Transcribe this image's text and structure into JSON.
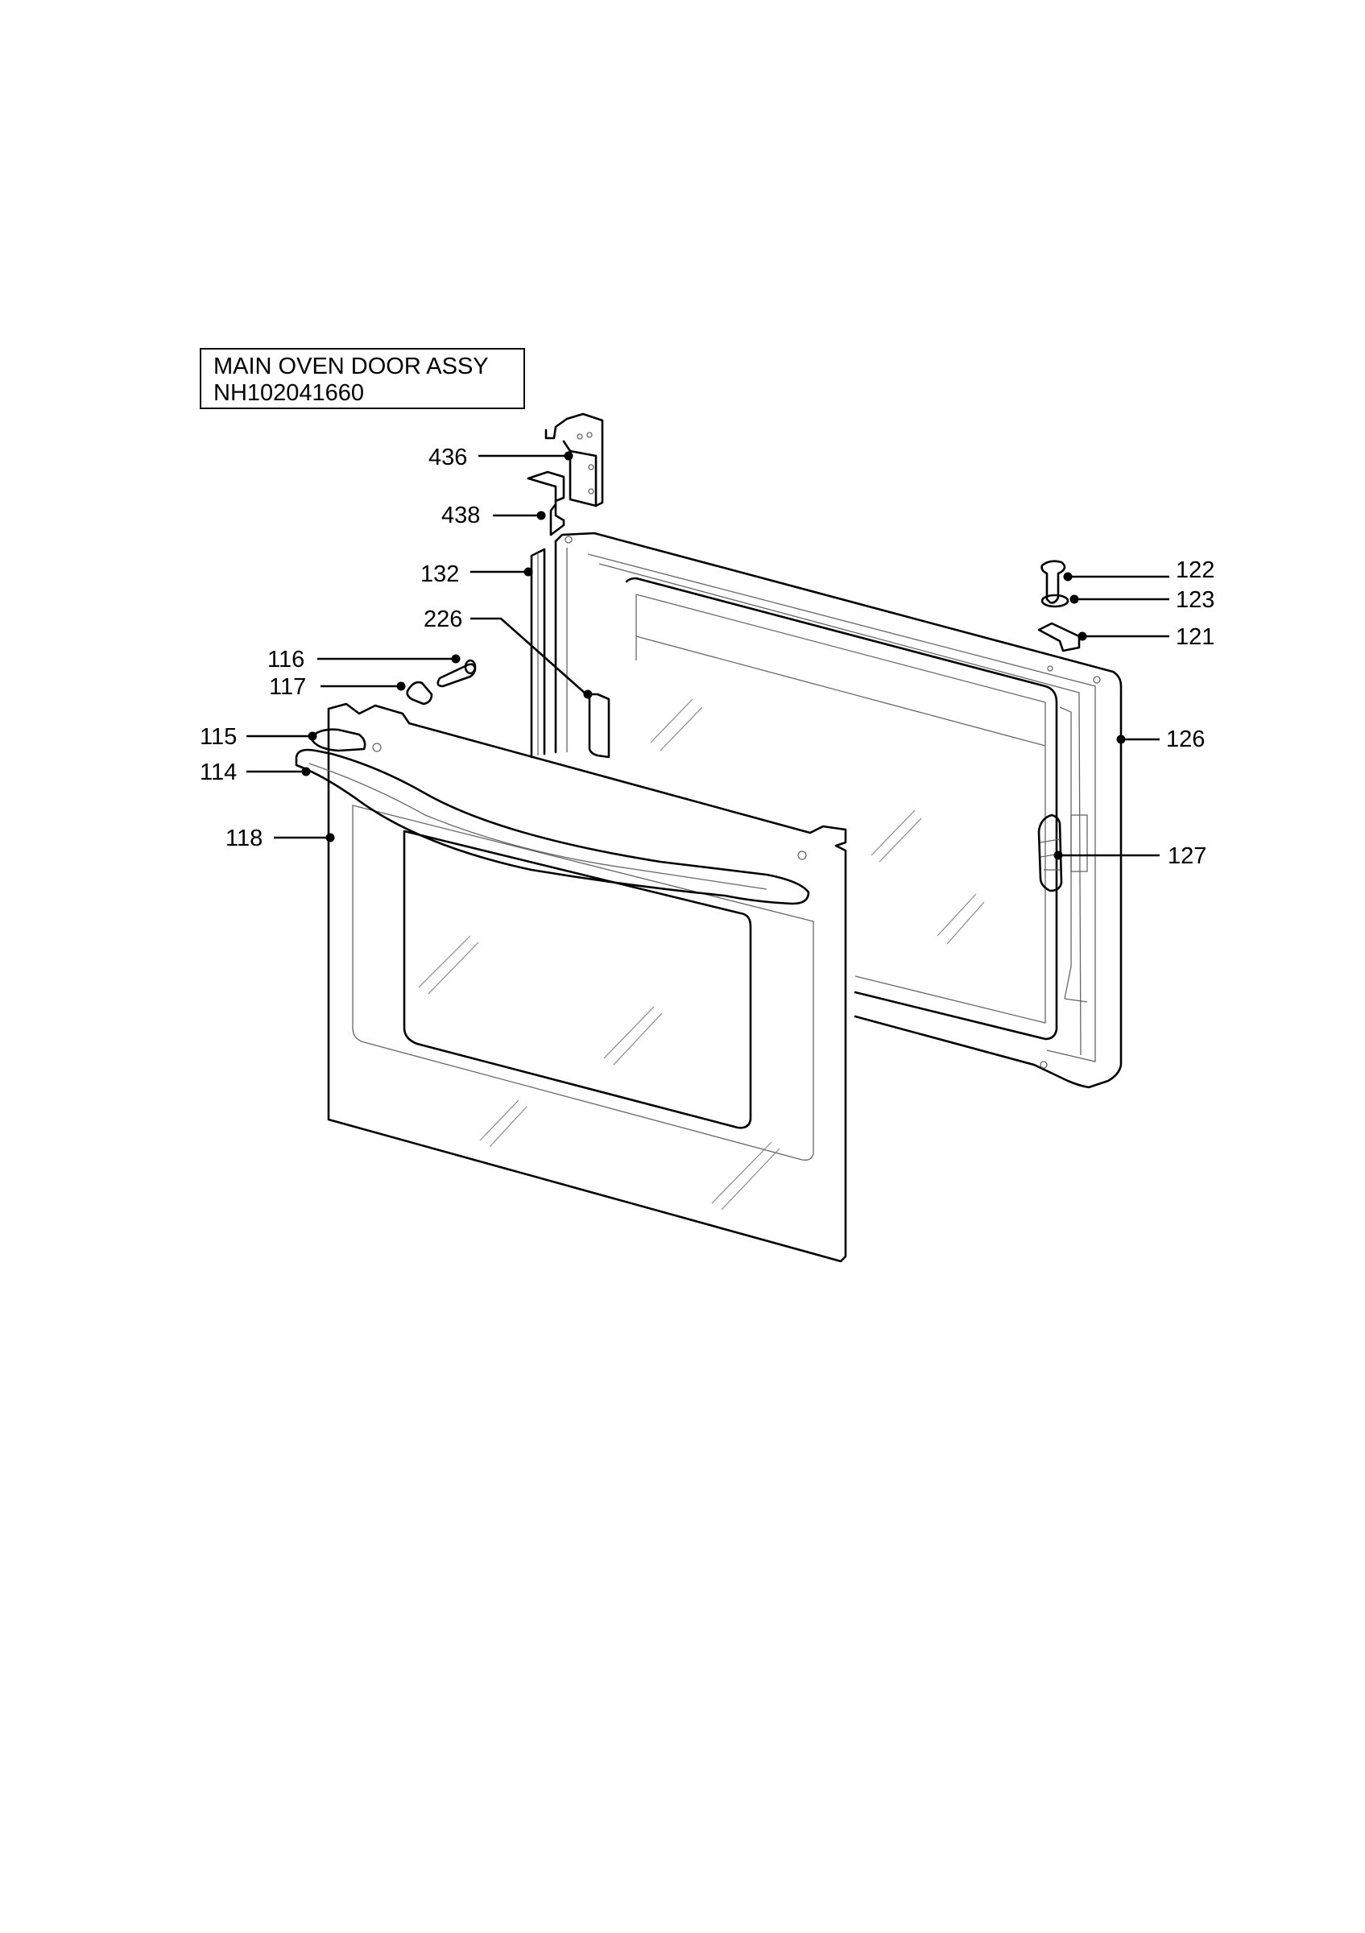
{
  "title": {
    "line1": "MAIN OVEN DOOR ASSY",
    "line2": "NH102041660"
  },
  "callouts": [
    {
      "id": "436",
      "label": "436"
    },
    {
      "id": "438",
      "label": "438"
    },
    {
      "id": "132",
      "label": "132"
    },
    {
      "id": "226",
      "label": "226"
    },
    {
      "id": "116",
      "label": "116"
    },
    {
      "id": "117",
      "label": "117"
    },
    {
      "id": "115",
      "label": "115"
    },
    {
      "id": "114",
      "label": "114"
    },
    {
      "id": "118",
      "label": "118"
    },
    {
      "id": "122",
      "label": "122"
    },
    {
      "id": "123",
      "label": "123"
    },
    {
      "id": "121",
      "label": "121"
    },
    {
      "id": "126",
      "label": "126"
    },
    {
      "id": "127",
      "label": "127"
    }
  ]
}
